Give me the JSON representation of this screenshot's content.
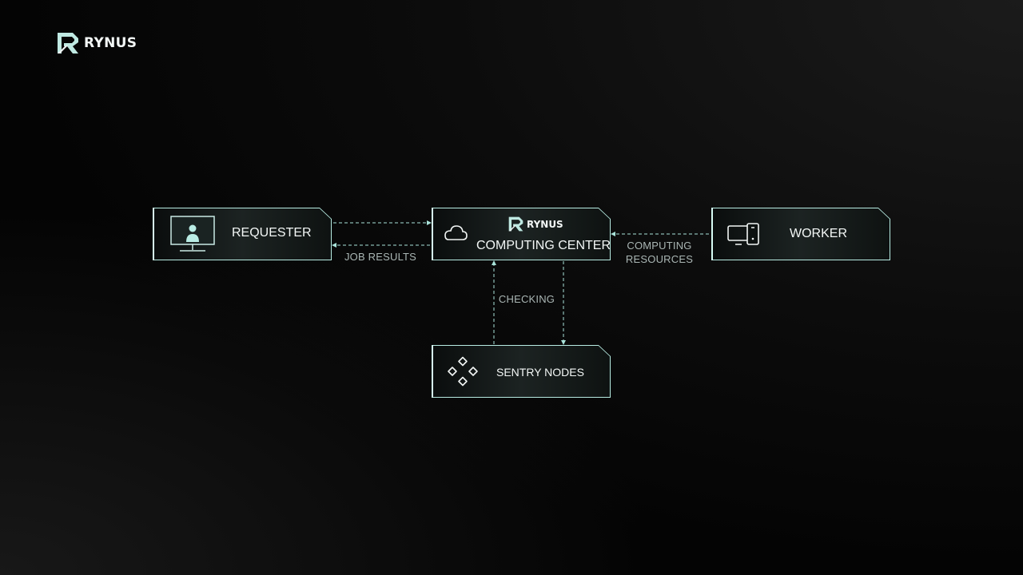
{
  "brand": {
    "name": "RYNUS",
    "logo_icon": "rynus-logo-icon"
  },
  "colors": {
    "accent": "#a9e3da",
    "background": "#050505",
    "text": "#e8f1ef",
    "edge_label": "#aab6b4"
  },
  "nodes": {
    "requester": {
      "label": "REQUESTER",
      "icon": "monitor-user-icon"
    },
    "computing_center": {
      "brand": "RYNUS",
      "label": "COMPUTING CENTER",
      "icon": "cloud-icon"
    },
    "worker": {
      "label": "WORKER",
      "icon": "computer-icon"
    },
    "sentry": {
      "label": "SENTRY NODES",
      "icon": "nodes-icon"
    }
  },
  "edges": {
    "job_results": "JOB RESULTS",
    "computing_resources_1": "COMPUTING",
    "computing_resources_2": "RESOURCES",
    "checking": "CHECKING"
  }
}
